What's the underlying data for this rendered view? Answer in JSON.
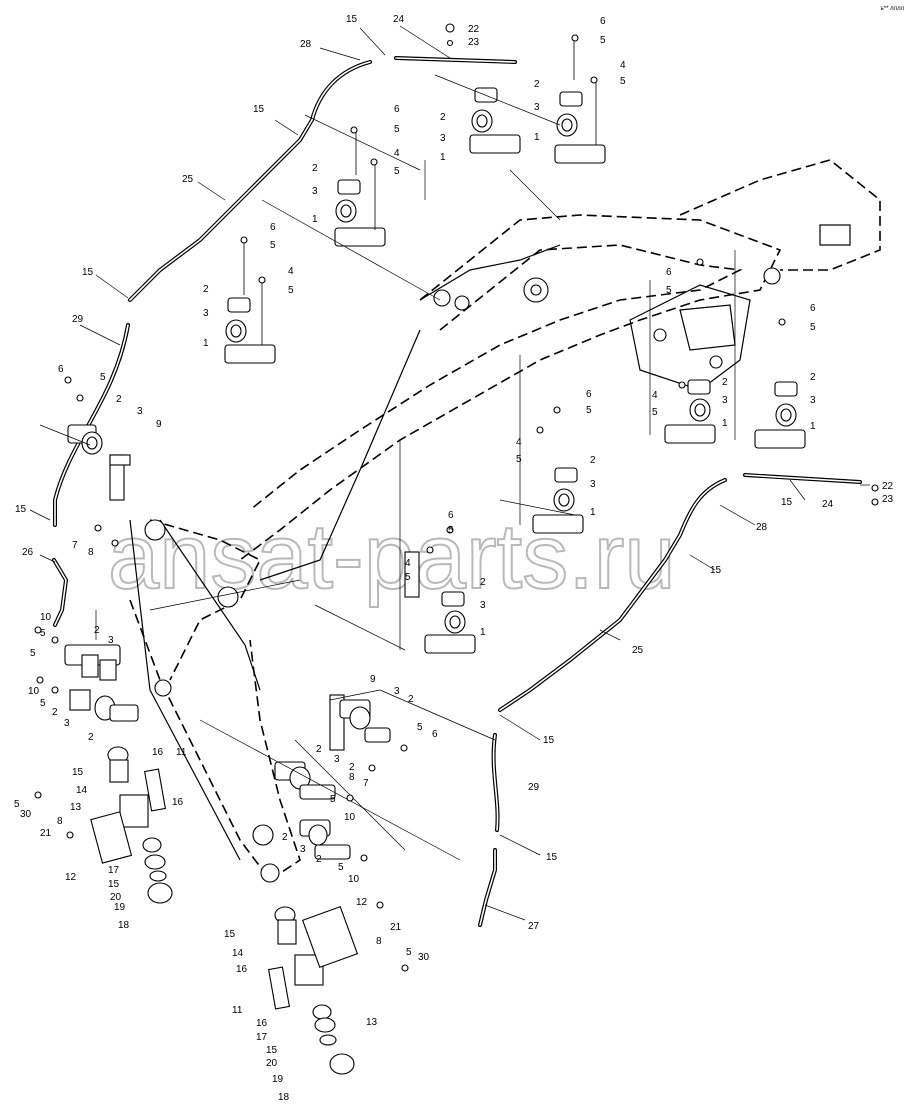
{
  "drawing": {
    "corner_code": "ъ** лллл",
    "watermark": "ansat-parts.ru"
  },
  "callout_labels": {
    "c1": "1",
    "c2": "2",
    "c3": "3",
    "c4": "4",
    "c5": "5",
    "c6": "6",
    "c7": "7",
    "c8": "8",
    "c9": "9",
    "c10": "10",
    "c11": "11",
    "c12": "12",
    "c13": "13",
    "c14": "14",
    "c15": "15",
    "c16": "16",
    "c17": "17",
    "c18": "18",
    "c19": "19",
    "c20": "20",
    "c21": "21",
    "c22": "22",
    "c23": "23",
    "c24": "24",
    "c25": "25",
    "c26": "26",
    "c27": "27",
    "c28": "28",
    "c29": "29",
    "c30": "30"
  }
}
